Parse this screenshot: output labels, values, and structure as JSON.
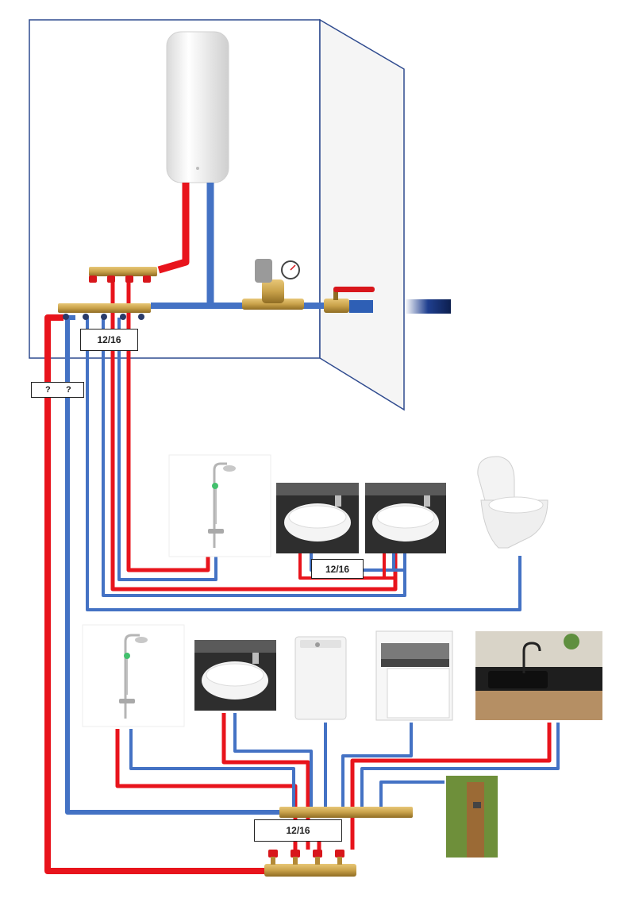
{
  "labels": {
    "pipe_size_top": "12/16",
    "pipe_size_middle": "12/16",
    "pipe_size_bottom": "12/16",
    "unknown_hot": "?",
    "unknown_cold": "?"
  },
  "colors": {
    "hot_pipe": "#e8141c",
    "cold_pipe": "#4472c4",
    "brass": "#c9a24a",
    "valve_handle": "#d8161b",
    "wall_line": "#2f4b8f",
    "main_supply": "#1f3f8f"
  },
  "icons": {
    "water_heater": "water-heater-icon",
    "pressure_reducer": "pressure-reducer-icon",
    "main_valve": "ball-valve-icon",
    "shower": "shower-column-icon",
    "basin": "basin-icon",
    "toilet": "wall-toilet-icon",
    "washing_machine": "washing-machine-icon",
    "dishwasher": "dishwasher-icon",
    "kitchen_sink": "kitchen-sink-icon",
    "garden_tap": "garden-tap-icon"
  }
}
